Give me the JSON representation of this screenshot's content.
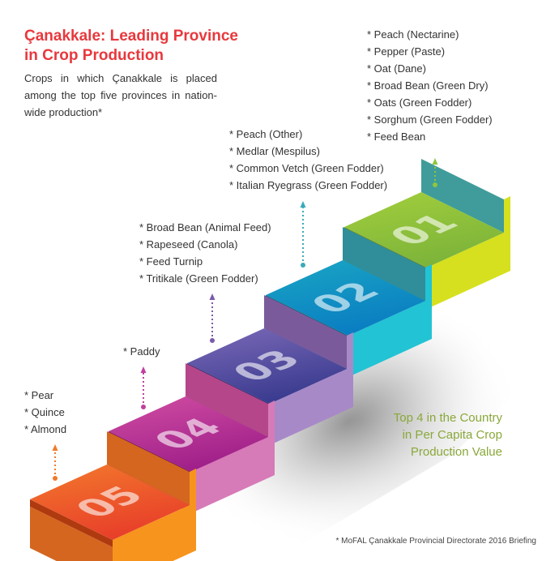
{
  "title": {
    "line1": "Çanakkale: Leading Province",
    "line2": "in Crop Production"
  },
  "subtitle": "Crops in which Çanakkale is placed among the top five provinces in nation-wide production*",
  "steps": [
    {
      "number": "01",
      "crops": [
        "Peach (Nectarine)",
        "Pepper (Paste)",
        "Oat (Dane)",
        "Broad Bean (Green Dry)",
        "Oats (Green Fodder)",
        "Sorghum (Green Fodder)",
        "Feed Bean"
      ],
      "colors": {
        "top1": "#a3cf3c",
        "top2": "#7db43a",
        "wall": "#3f9c9a",
        "edge": "#6a8a1e",
        "side": "#d6e01f",
        "arrow": "#8dc63f"
      }
    },
    {
      "number": "02",
      "crops": [
        "Peach (Other)",
        "Medlar (Mespilus)",
        "Common Vetch (Green Fodder)",
        "Italian Ryegrass (Green Fodder)"
      ],
      "colors": {
        "top1": "#1aa7c4",
        "top2": "#0a7ec2",
        "wall": "#2f8e99",
        "edge": "#0c5f70",
        "side": "#22c3d4",
        "arrow": "#3aaab8"
      }
    },
    {
      "number": "03",
      "crops": [
        "Broad Bean (Animal Feed)",
        "Rapeseed (Canola)",
        "Feed Turnip",
        "Tritikale (Green Fodder)"
      ],
      "colors": {
        "top1": "#7d6ab8",
        "top2": "#3b3c90",
        "wall": "#7b5a9c",
        "edge": "#262a6a",
        "side": "#a889c8",
        "arrow": "#7a5aaa"
      }
    },
    {
      "number": "04",
      "crops": [
        "Paddy"
      ],
      "colors": {
        "top1": "#d24ea2",
        "top2": "#a0208a",
        "wall": "#b5468a",
        "edge": "#6a0a5a",
        "side": "#d77ab8",
        "arrow": "#c040a0"
      }
    },
    {
      "number": "05",
      "crops": [
        "Pear",
        "Quince",
        "Almond"
      ],
      "colors": {
        "top1": "#f37a2c",
        "top2": "#e8402a",
        "wall": "#d4661f",
        "edge": "#b03a10",
        "side": "#f7941d",
        "arrow": "#f07a2a"
      }
    }
  ],
  "highlight": {
    "line1": "Top 4 in the Country",
    "line2": "in Per Capita Crop",
    "line3": "Production Value",
    "color": "#8aa83a"
  },
  "footnote": "* MoFAL Çanakkale Provincial Directorate 2016 Briefing"
}
